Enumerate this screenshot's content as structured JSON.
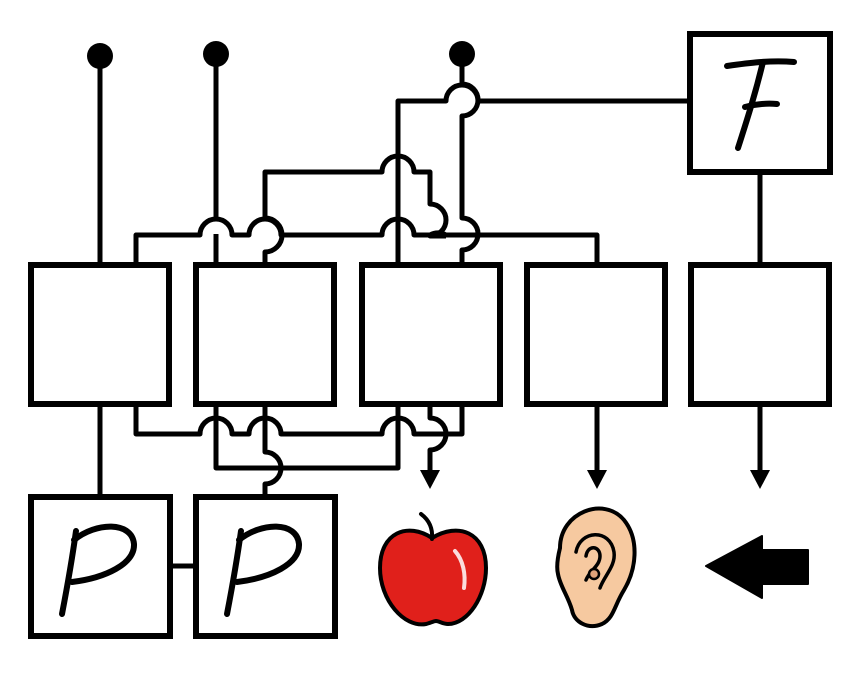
{
  "diagram": {
    "nodes": [
      {
        "id": "box-1",
        "label": ""
      },
      {
        "id": "box-2",
        "label": ""
      },
      {
        "id": "box-3",
        "label": ""
      },
      {
        "id": "box-4",
        "label": ""
      },
      {
        "id": "box-5",
        "label": ""
      }
    ],
    "labeled_boxes": [
      {
        "id": "p-box-1",
        "letter": "P"
      },
      {
        "id": "p-box-2",
        "letter": "P"
      },
      {
        "id": "f-box",
        "letter": "F"
      }
    ],
    "outputs": [
      {
        "id": "output-apple",
        "icon": "apple-icon"
      },
      {
        "id": "output-ear",
        "icon": "ear-icon"
      },
      {
        "id": "output-arrow",
        "icon": "left-arrow-icon"
      }
    ],
    "input_terminals": 3,
    "colors": {
      "line": "#000000",
      "apple_red": "#e0201b",
      "apple_dark": "#a4100e",
      "ear_skin": "#f6c9a0",
      "ear_shadow": "#e0a37a"
    }
  }
}
